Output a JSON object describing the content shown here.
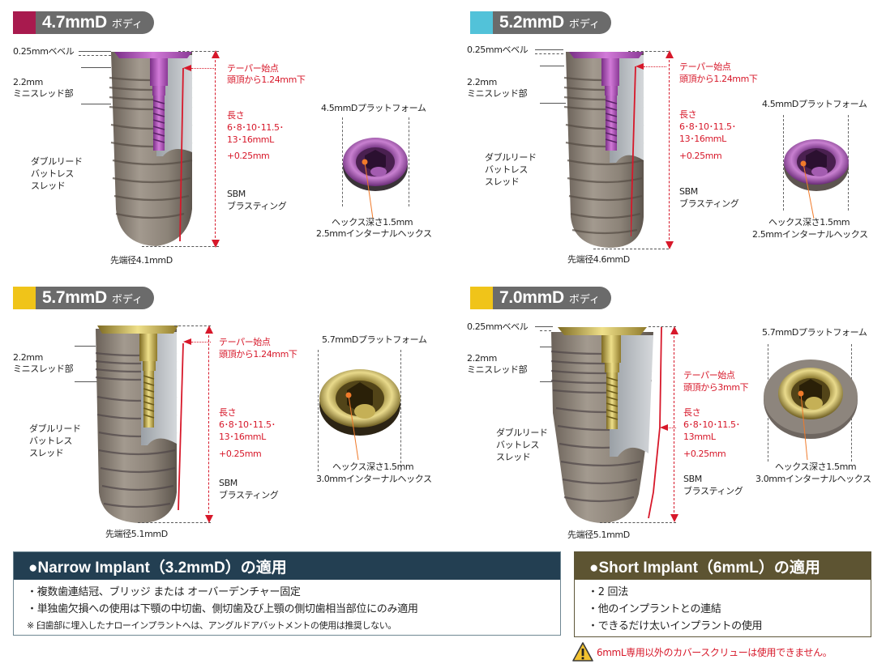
{
  "colors": {
    "magenta": "#a81a4e",
    "cyan": "#52c2d9",
    "yellow": "#f0c419",
    "badge_gray": "#6b6b6b",
    "red": "#d7182a",
    "narrow_header": "#233f52",
    "short_header": "#5d5432",
    "purple_surface": "#b055c0",
    "gold_surface": "#c9b25a"
  },
  "panels": [
    {
      "size": "4.7mmD",
      "body_word": "ボディ",
      "color": "#a81a4e",
      "surface": "purple",
      "bevel": "0.25mmベベル",
      "mini_thread": [
        "2.2mm",
        "ミニスレッド部"
      ],
      "double_lead": [
        "ダブルリード",
        "バットレス",
        "スレッド"
      ],
      "taper": [
        "テーパー始点",
        "頭頂から1.24mm下"
      ],
      "length": [
        "長さ",
        "6･8･10･11.5･",
        "13･16mmL"
      ],
      "plus": "+0.25mm",
      "sbm": [
        "SBM",
        "ブラスティング"
      ],
      "tip": "先端径4.1mmD",
      "platform": "4.5mmDプラットフォーム",
      "hex": [
        "ヘックス深さ1.5mm",
        "2.5mmインターナルヘックス"
      ]
    },
    {
      "size": "5.2mmD",
      "body_word": "ボディ",
      "color": "#52c2d9",
      "surface": "purple",
      "bevel": "0.25mmベベル",
      "mini_thread": [
        "2.2mm",
        "ミニスレッド部"
      ],
      "double_lead": [
        "ダブルリード",
        "バットレス",
        "スレッド"
      ],
      "taper": [
        "テーパー始点",
        "頭頂から1.24mm下"
      ],
      "length": [
        "長さ",
        "6･8･10･11.5･",
        "13･16mmL"
      ],
      "plus": "+0.25mm",
      "sbm": [
        "SBM",
        "ブラスティング"
      ],
      "tip": "先端径4.6mmD",
      "platform": "4.5mmDプラットフォーム",
      "hex": [
        "ヘックス深さ1.5mm",
        "2.5mmインターナルヘックス"
      ]
    },
    {
      "size": "5.7mmD",
      "body_word": "ボディ",
      "color": "#f0c419",
      "surface": "gold",
      "bevel": "",
      "mini_thread": [
        "2.2mm",
        "ミニスレッド部"
      ],
      "double_lead": [
        "ダブルリード",
        "バットレス",
        "スレッド"
      ],
      "taper": [
        "テーパー始点",
        "頭頂から1.24mm下"
      ],
      "length": [
        "長さ",
        "6･8･10･11.5･",
        "13･16mmL"
      ],
      "plus": "+0.25mm",
      "sbm": [
        "SBM",
        "ブラスティング"
      ],
      "tip": "先端径5.1mmD",
      "platform": "5.7mmDプラットフォーム",
      "hex": [
        "ヘックス深さ1.5mm",
        "3.0mmインターナルヘックス"
      ]
    },
    {
      "size": "7.0mmD",
      "body_word": "ボディ",
      "color": "#f0c419",
      "surface": "gold",
      "bevel": "0.25mmベベル",
      "mini_thread": [
        "2.2mm",
        "ミニスレッド部"
      ],
      "double_lead": [
        "ダブルリード",
        "バットレス",
        "スレッド"
      ],
      "taper": [
        "テーパー始点",
        "頭頂から3mm下"
      ],
      "length": [
        "長さ",
        "6･8･10･11.5･",
        "13mmL"
      ],
      "plus": "+0.25mm",
      "sbm": [
        "SBM",
        "ブラスティング"
      ],
      "tip": "先端径5.1mmD",
      "platform": "5.7mmDプラットフォーム",
      "hex": [
        "ヘックス深さ1.5mm",
        "3.0mmインターナルヘックス"
      ]
    }
  ],
  "narrow": {
    "title": "●Narrow Implant（3.2mmD）の適用",
    "lines": [
      "・複数歯連結冠、ブリッジ または オーバーデンチャー固定",
      "・単独歯欠損への使用は下顎の中切歯、側切歯及び上顎の側切歯相当部位にのみ適用"
    ],
    "note": "※ 臼歯部に埋入したナローインプラントへは、アングルドアバットメントの使用は推奨しない。"
  },
  "short": {
    "title": "●Short Implant（6mmL）の適用",
    "lines": [
      "・2 回法",
      "・他のインプラントとの連結",
      "・できるだけ太いインプラントの使用"
    ]
  },
  "warning": {
    "icon": "warning-triangle-icon",
    "text": "6mmL専用以外のカバースクリューは使用できません。"
  }
}
